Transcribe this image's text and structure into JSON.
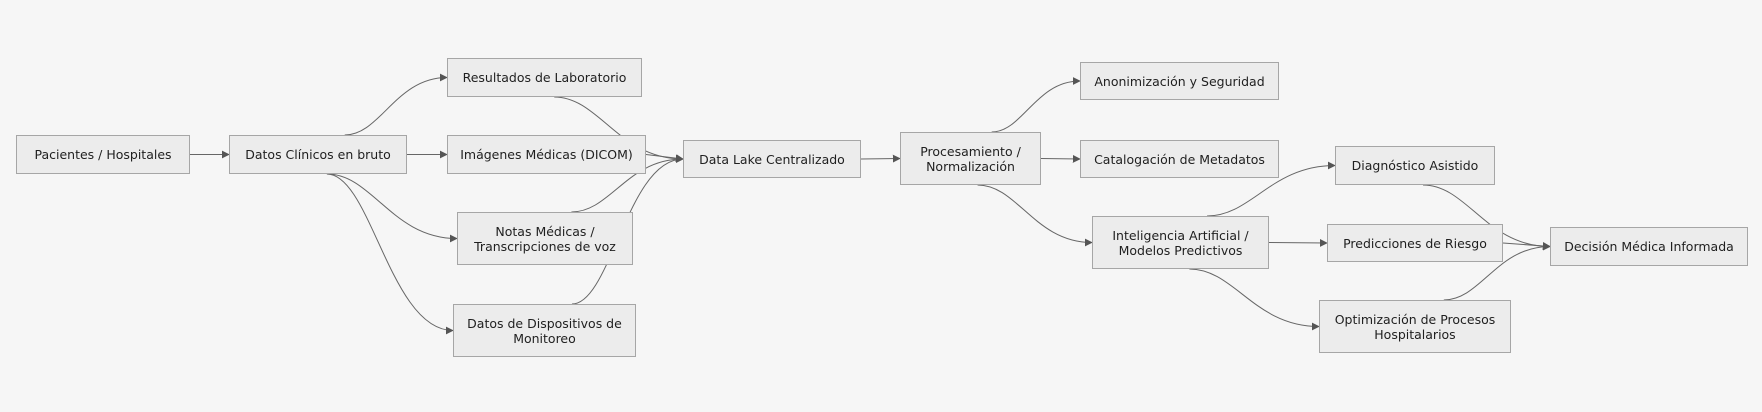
{
  "nodes": {
    "pacientes": "Pacientes / Hospitales",
    "datos_clinicos": "Datos Clínicos en bruto",
    "resultados_lab": "Resultados de Laboratorio",
    "imagenes": "Imágenes Médicas (DICOM)",
    "notas": "Notas Médicas /\nTranscripciones de voz",
    "dispositivos": "Datos de Dispositivos de\nMonitoreo",
    "data_lake": "Data Lake Centralizado",
    "procesamiento": "Procesamiento /\nNormalización",
    "anonimizacion": "Anonimización y Seguridad",
    "catalogacion": "Catalogación de Metadatos",
    "ia": "Inteligencia Artificial /\nModelos Predictivos",
    "diagnostico": "Diagnóstico Asistido",
    "predicciones": "Predicciones de Riesgo",
    "optimizacion": "Optimización de Procesos\nHospitalarios",
    "decision": "Decisión Médica Informada"
  },
  "edges": [
    [
      "pacientes",
      "datos_clinicos"
    ],
    [
      "datos_clinicos",
      "resultados_lab"
    ],
    [
      "datos_clinicos",
      "imagenes"
    ],
    [
      "datos_clinicos",
      "notas"
    ],
    [
      "datos_clinicos",
      "dispositivos"
    ],
    [
      "resultados_lab",
      "data_lake"
    ],
    [
      "imagenes",
      "data_lake"
    ],
    [
      "notas",
      "data_lake"
    ],
    [
      "dispositivos",
      "data_lake"
    ],
    [
      "data_lake",
      "procesamiento"
    ],
    [
      "procesamiento",
      "anonimizacion"
    ],
    [
      "procesamiento",
      "catalogacion"
    ],
    [
      "procesamiento",
      "ia"
    ],
    [
      "ia",
      "diagnostico"
    ],
    [
      "ia",
      "predicciones"
    ],
    [
      "ia",
      "optimizacion"
    ],
    [
      "diagnostico",
      "decision"
    ],
    [
      "predicciones",
      "decision"
    ],
    [
      "optimizacion",
      "decision"
    ]
  ]
}
